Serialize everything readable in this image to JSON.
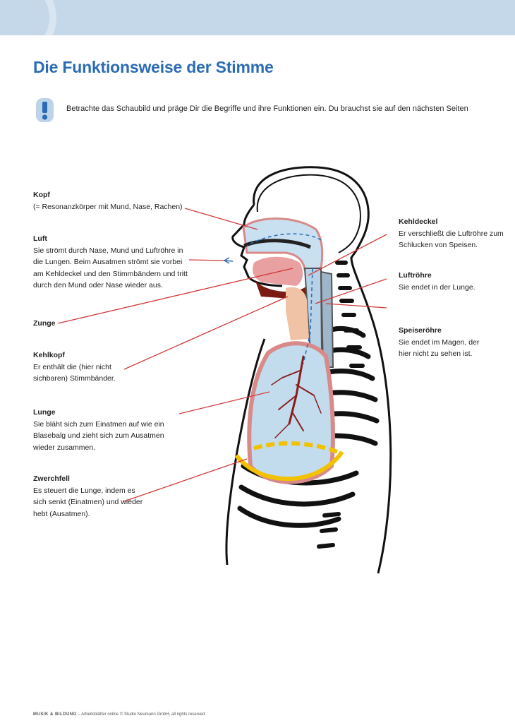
{
  "page": {
    "title": "Die Funktionsweise der Stimme",
    "intro": "Betrachte das Schaubild und präge Dir die Begriffe und ihre Funktionen ein. Du brauchst sie auf den nächsten Seiten"
  },
  "icons": {
    "note": "exclamation-icon"
  },
  "colors": {
    "title": "#2a6bb3",
    "leader_line": "#d23a3a",
    "lung": "#c2dcee",
    "lung_outline": "#d88a8a",
    "diaphragm": "#f2c200",
    "band": "#c5d8ea"
  },
  "labels": {
    "kopf": {
      "head": "Kopf",
      "desc": "(= Resonanzkörper mit Mund, Nase, Rachen)"
    },
    "luft": {
      "head": "Luft",
      "desc": "Sie strömt durch Nase, Mund und Luftröhre in die Lungen. Beim Ausatmen strömt sie vorbei am Kehldeckel und den Stimmbändern und tritt durch den Mund oder Nase wieder aus."
    },
    "zunge": {
      "head": "Zunge"
    },
    "kehlkopf": {
      "head": "Kehlkopf",
      "desc": "Er enthält die (hier nicht sichbaren) Stimmbänder."
    },
    "lunge": {
      "head": "Lunge",
      "desc": "Sie bläht sich zum Einatmen auf wie ein Blasebalg und zieht sich zum Ausatmen wieder zusammen."
    },
    "zwerchfell": {
      "head": "Zwerchfell",
      "desc": "Es steuert die Lunge, indem es sich senkt (Einatmen) und wieder hebt (Ausatmen)."
    },
    "kehldeckel": {
      "head": "Kehldeckel",
      "desc": "Er verschließt die Luftröhre zum Schlucken von Speisen."
    },
    "luftroehre": {
      "head": "Luftröhre",
      "desc": "Sie endet in der Lunge."
    },
    "speiseroehre": {
      "head": "Speiseröhre",
      "desc": "Sie endet im Magen, der hier nicht zu sehen ist."
    }
  },
  "footer": {
    "brand": "MUSIK & BILDUNG",
    "text": " – Arbeitsblätter online © Studio Neumann GmbH, all rights reserved"
  }
}
